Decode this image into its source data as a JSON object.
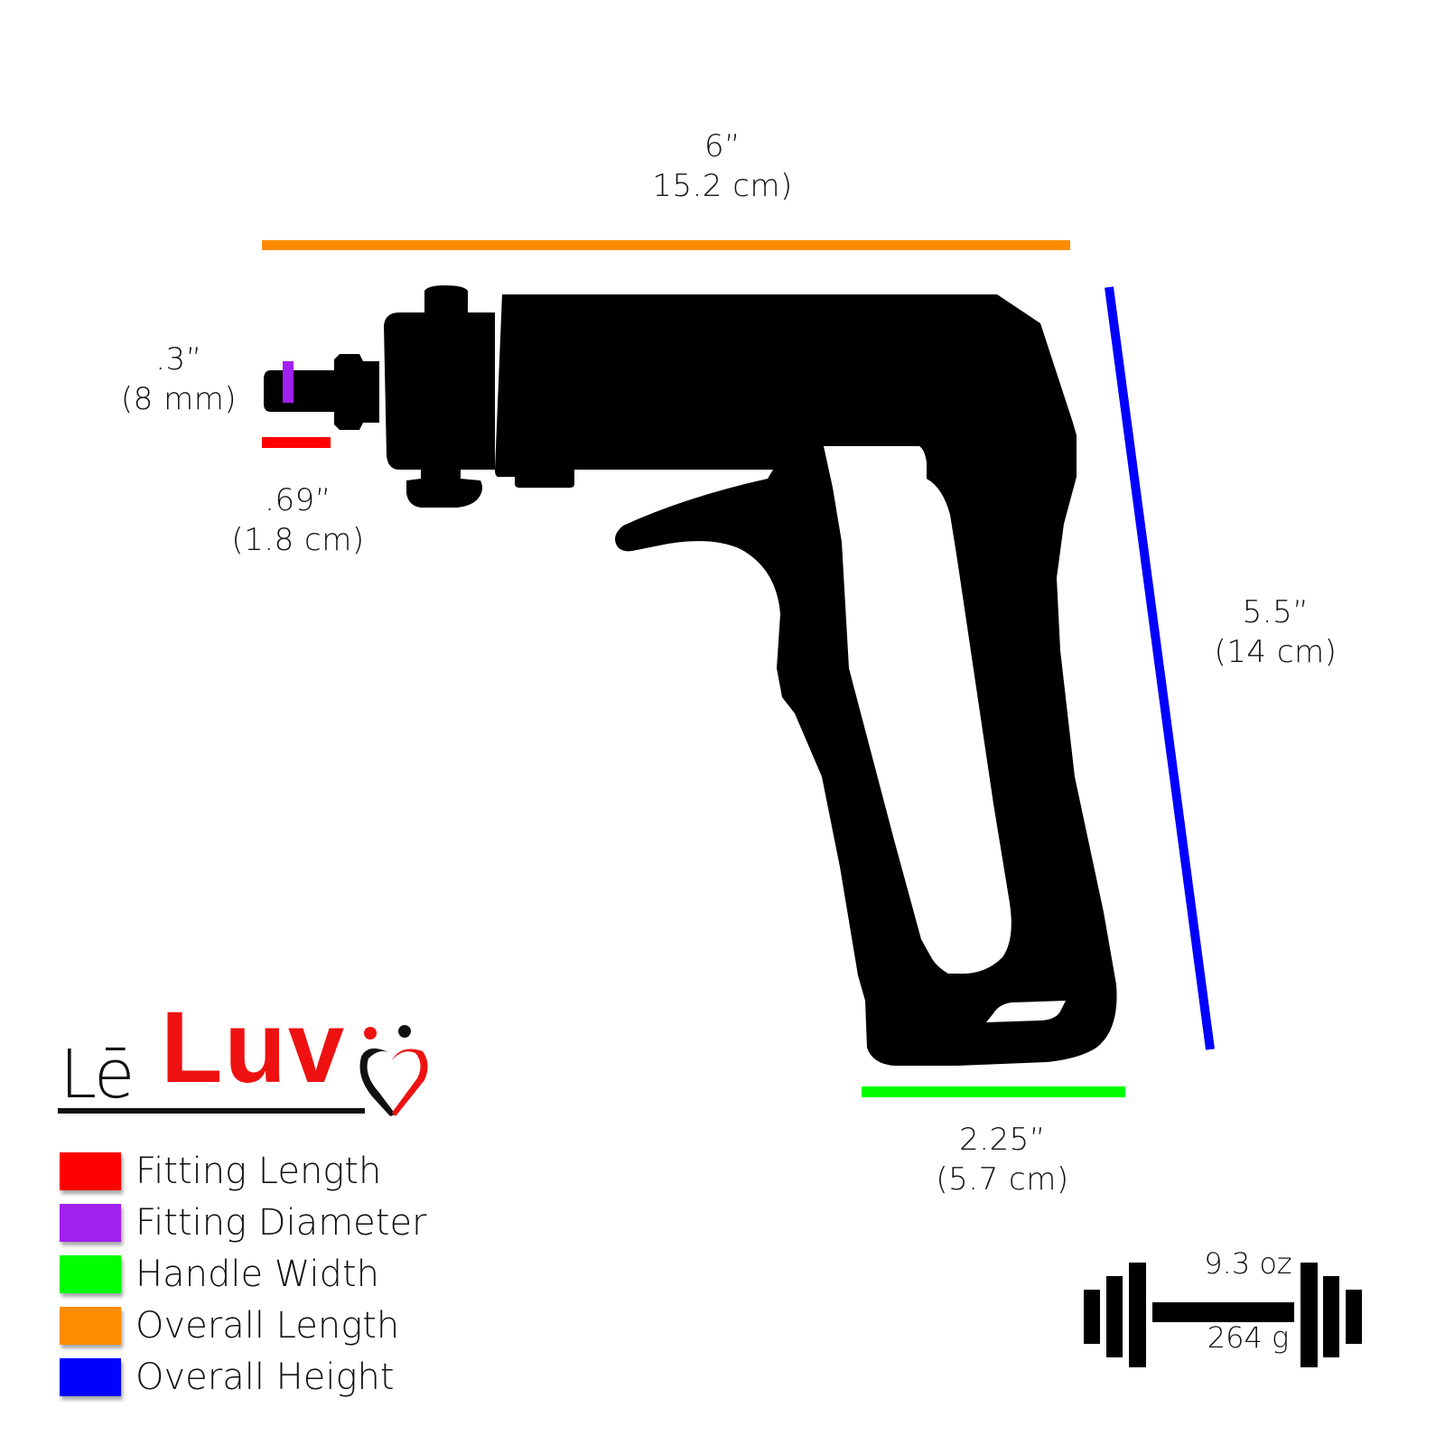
{
  "brand": {
    "prefix": "Lē",
    "name": "Luv",
    "colors": {
      "primary": "#ee1111",
      "secondary": "#111111"
    }
  },
  "dimensions": {
    "overall_length": {
      "imperial": "6”",
      "metric": "15.2 cm)",
      "color": "#ff8c00"
    },
    "fitting_diameter": {
      "imperial": ".3”",
      "metric": "(8 mm)",
      "color": "#a020f0"
    },
    "fitting_length": {
      "imperial": ".69”",
      "metric": "(1.8 cm)",
      "color": "#ff0000"
    },
    "overall_height": {
      "imperial": "5.5”",
      "metric": "(14 cm)",
      "color": "#0000ff"
    },
    "handle_width": {
      "imperial": "2.25”",
      "metric": "(5.7 cm)",
      "color": "#00ff00"
    }
  },
  "legend": {
    "items": [
      {
        "label": "Fitting Length",
        "color": "#ff0000"
      },
      {
        "label": "Fitting Diameter",
        "color": "#a020f0"
      },
      {
        "label": "Handle Width",
        "color": "#00ff00"
      },
      {
        "label": "Overall Length",
        "color": "#ff8c00"
      },
      {
        "label": "Overall Height",
        "color": "#0000ff"
      }
    ]
  },
  "weight": {
    "imperial": "9.3 oz",
    "metric": "264 g",
    "icon": "dumbbell-icon"
  },
  "product": {
    "icon": "pump-gun-silhouette"
  }
}
